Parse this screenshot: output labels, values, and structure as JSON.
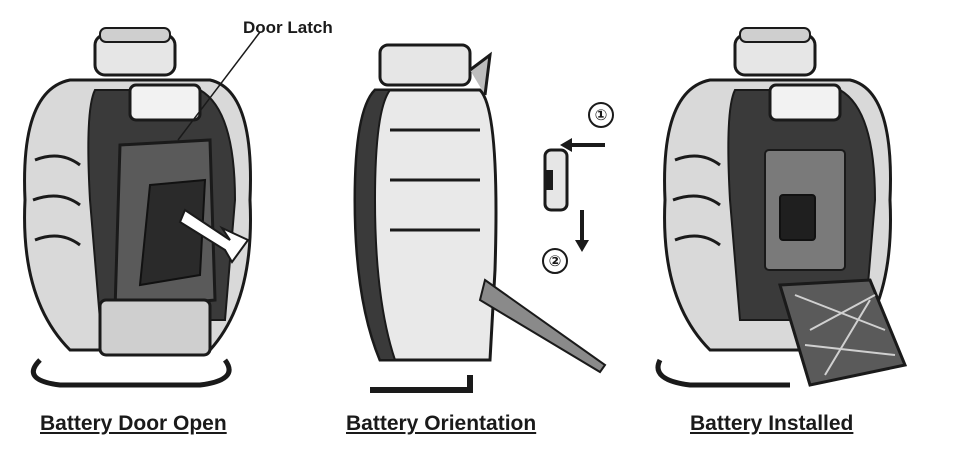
{
  "callouts": {
    "door_latch": "Door Latch"
  },
  "steps": {
    "first": "①",
    "second": "②"
  },
  "captions": {
    "door_open": "Battery Door Open",
    "orientation": "Battery Orientation",
    "installed": "Battery Installed"
  },
  "colors": {
    "ink": "#1a1a1a",
    "shell": "#d9d9d9",
    "dark": "#3a3a3a",
    "light": "#f2f2f2"
  }
}
